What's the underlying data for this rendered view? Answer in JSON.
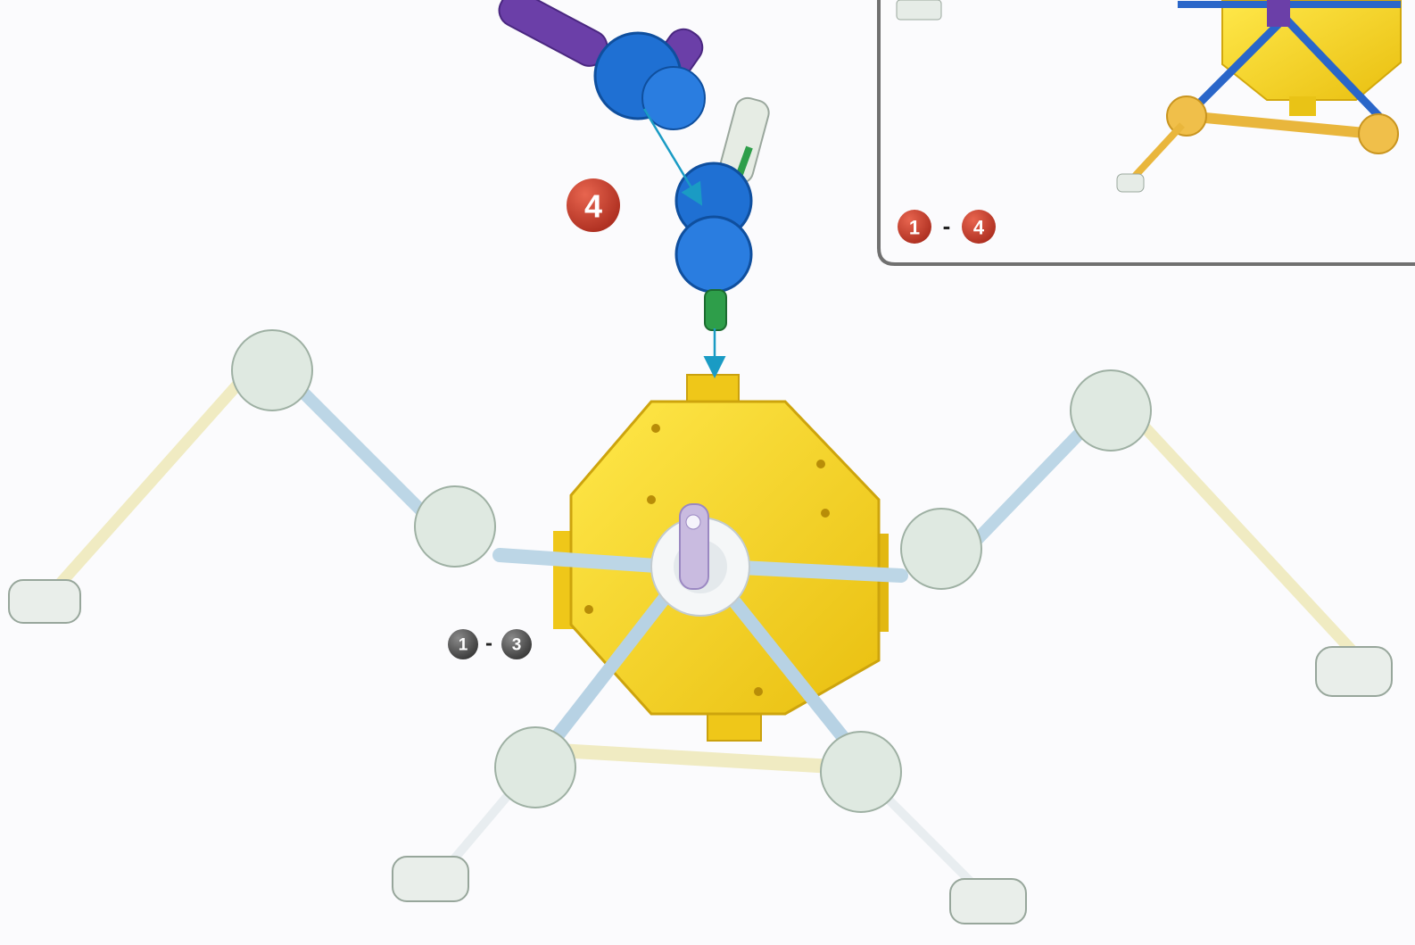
{
  "step": {
    "number": "4"
  },
  "previous_steps": {
    "from": "1",
    "separator": "-",
    "to": "3"
  },
  "inset": {
    "from": "1",
    "separator": "-",
    "to": "4"
  },
  "colors": {
    "step_badge": "#c0392b",
    "previous_badge": "#4a4a4a",
    "arrow": "#1a9bc4",
    "hub_yellow": "#f3d21a",
    "blue_connector": "#1d6fd1",
    "purple_rod": "#6b3fa8",
    "green_rod": "#2e9e4a",
    "pale_connector": "#d9e6dc",
    "light_blue_rod": "#b9d3e4",
    "pale_yellow_rod": "#f2ecc4",
    "inset_border": "#707070"
  },
  "icons": [
    "numbered-step-badge",
    "assembly-arrow"
  ]
}
